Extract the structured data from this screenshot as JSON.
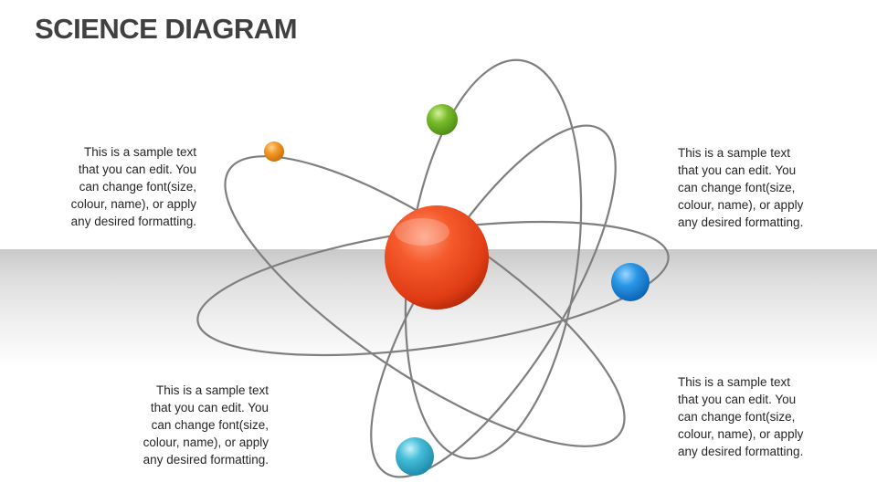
{
  "slide": {
    "title": "SCIENCE DIAGRAM"
  },
  "notes": [
    {
      "position": "top-left",
      "lines": [
        "This is a sample text",
        "that you can edit. You",
        "can change font(size,",
        "colour, name), or apply",
        "any desired formatting."
      ]
    },
    {
      "position": "top-right",
      "lines": [
        "This is a sample text",
        "that you can edit. You",
        "can change font(size,",
        "colour, name), or apply",
        "any desired formatting."
      ]
    },
    {
      "position": "bottom-left",
      "lines": [
        "This is a sample text",
        "that you can edit. You",
        "can change font(size,",
        "colour, name), or apply",
        "any desired formatting."
      ]
    },
    {
      "position": "bottom-right",
      "lines": [
        "This is a sample text",
        "that you can edit. You",
        "can change font(size,",
        "colour, name), or apply",
        "any desired formatting."
      ]
    }
  ],
  "atom": {
    "nucleus_color": "#f04a22",
    "orbit_color": "#7f7f7f",
    "electrons": [
      {
        "name": "orange",
        "color": "#f08a1a"
      },
      {
        "name": "green",
        "color": "#6ab023"
      },
      {
        "name": "blue",
        "color": "#1f8fe0"
      },
      {
        "name": "cyan",
        "color": "#3cb9d6"
      }
    ]
  }
}
